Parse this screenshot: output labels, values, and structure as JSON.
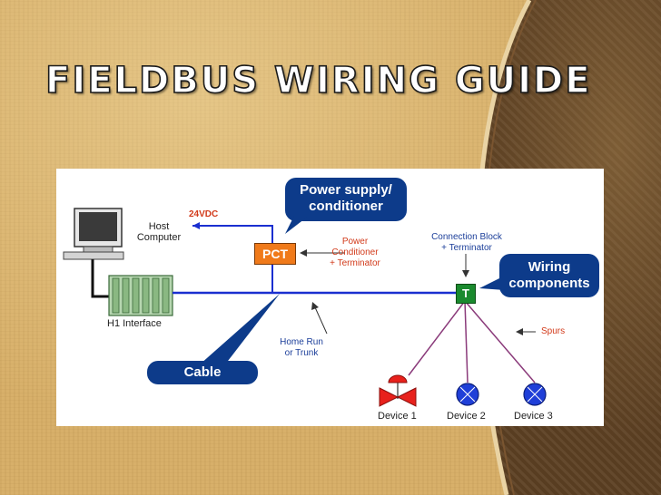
{
  "slide": {
    "title": "FIELDBUS WIRING GUIDE"
  },
  "diagram": {
    "callouts": {
      "power_supply": [
        "Power supply/",
        "conditioner"
      ],
      "wiring_components": [
        "Wiring",
        "components"
      ],
      "cable": "Cable"
    },
    "labels": {
      "host_computer": [
        "Host",
        "Computer"
      ],
      "h1_interface": "H1 Interface",
      "voltage": "24VDC",
      "pct": "PCT",
      "power_conditioner": [
        "Power",
        "Conditioner",
        "+ Terminator"
      ],
      "connection_block": [
        "Connection Block",
        "+ Terminator"
      ],
      "terminator_block": "T",
      "home_run": [
        "Home Run",
        "or Trunk"
      ],
      "spurs": "Spurs",
      "devices": [
        "Device 1",
        "Device 2",
        "Device 3"
      ]
    },
    "colors": {
      "trunk": "#1a2fd0",
      "callout": "#0d3b8a",
      "pct": "#f07a1a",
      "terminator": "#1a8a2e",
      "spur": "#8a3a7a",
      "valve": "#e8211c",
      "transmitter": "#1f3fd8",
      "red_label": "#d23a1a"
    }
  }
}
